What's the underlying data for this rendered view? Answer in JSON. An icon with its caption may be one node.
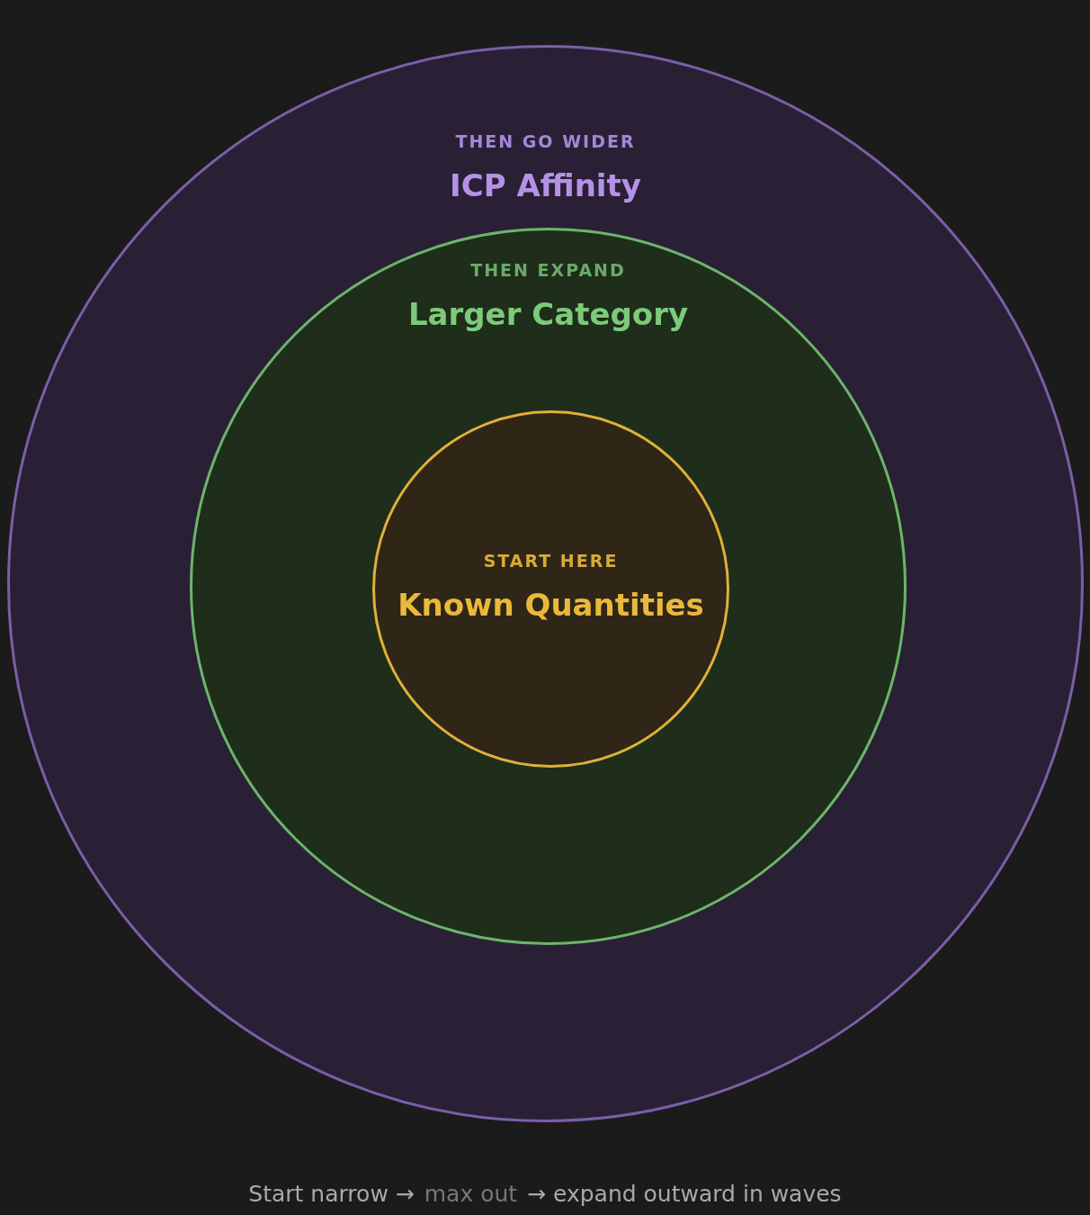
{
  "diagram": {
    "nodes": [
      {
        "text": [
          "THEN GO WIDER",
          "ICP Affinity"
        ]
      },
      {
        "text": [
          "THEN EXPAND",
          "Larger Category"
        ],
        "in": 0
      },
      {
        "text": [
          "START HERE",
          "Known Quantities"
        ],
        "in": 1
      }
    ],
    "labels": [
      "Start narrow →",
      "max out",
      "→ expand outward in waves"
    ]
  }
}
